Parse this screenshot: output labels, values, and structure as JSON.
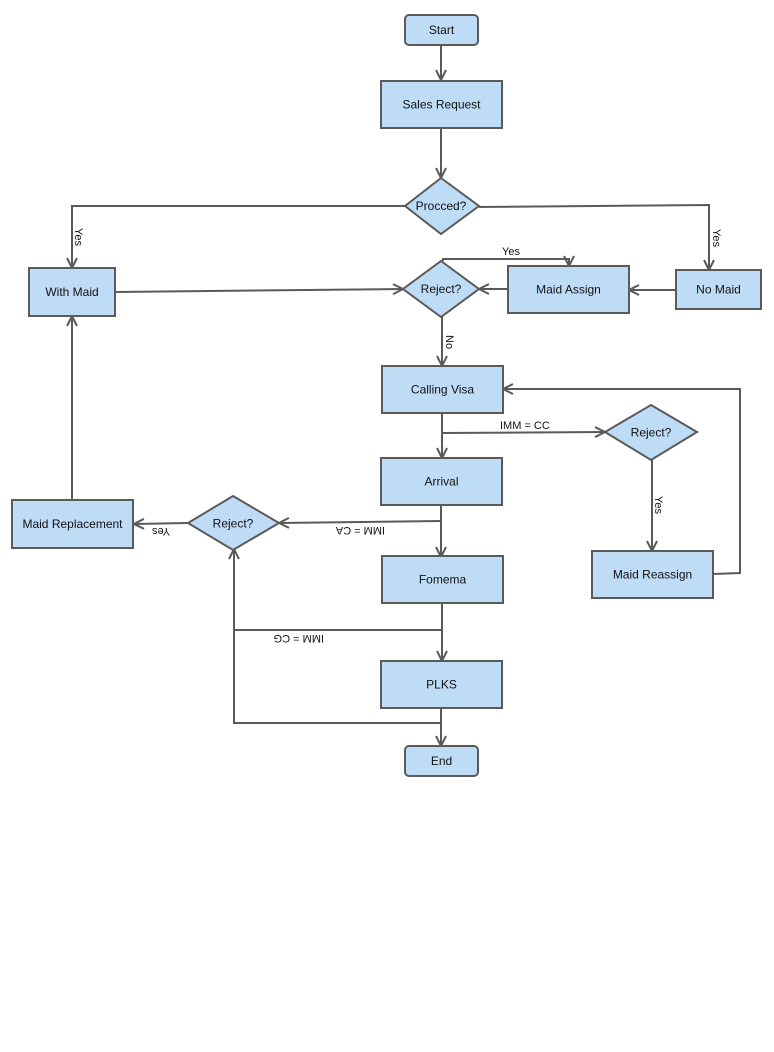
{
  "colors": {
    "node_fill": "#bfdcf7",
    "stroke": "#5a5a5a",
    "text": "#111111"
  },
  "nodes": {
    "start": "Start",
    "sales_request": "Sales Request",
    "procced": "Procced?",
    "with_maid": "With Maid",
    "reject_1": "Reject?",
    "maid_assign": "Maid Assign",
    "no_maid": "No Maid",
    "calling_visa": "Calling Visa",
    "reject_2": "Reject?",
    "arrival": "Arrival",
    "maid_replacement": "Maid Replacement",
    "reject_3": "Reject?",
    "fomema": "Fomema",
    "maid_reassign": "Maid Reassign",
    "plks": "PLKS",
    "end": "End"
  },
  "edge_labels": {
    "yes_left": "Yes",
    "yes_right": "Yes",
    "yes_assign": "Yes",
    "no_visa": "No",
    "imm_cc": "IMM = CC",
    "yes_reassign": "Yes",
    "imm_ca": "IMM = CA",
    "yes_replacement": "Yes",
    "imm_cg": "IMM = CG"
  }
}
